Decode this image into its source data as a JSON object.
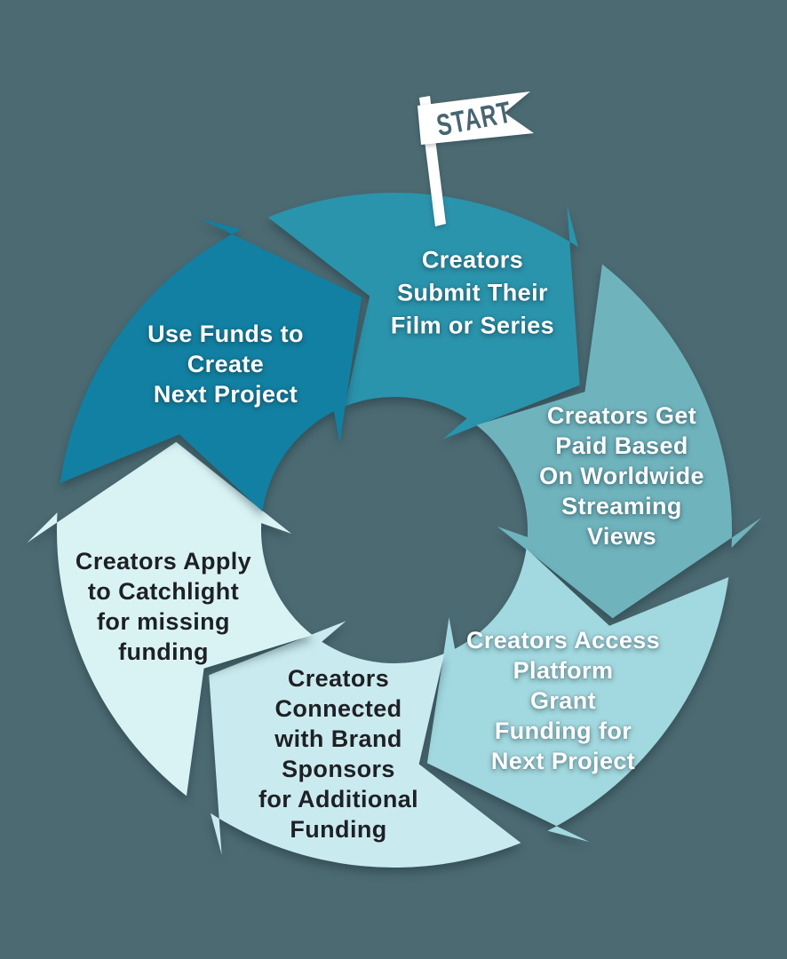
{
  "flag": {
    "label": "START",
    "color": "#ffffff",
    "text_color": "#476570"
  },
  "diagram": {
    "background_color": "#4c6a72",
    "steps": [
      {
        "id": "submit-film",
        "lines": [
          "Creators",
          "Submit Their",
          "Film or Series"
        ],
        "color": "#2a94ac",
        "text_color": "#ffffff"
      },
      {
        "id": "get-paid-streaming",
        "lines": [
          "Creators Get",
          "Paid Based",
          "On Worldwide",
          "Streaming",
          "Views"
        ],
        "color": "#6fb3bd",
        "text_color": "#ffffff"
      },
      {
        "id": "access-grant-funding",
        "lines": [
          "Creators Access",
          "Platform",
          "Grant",
          "Funding for",
          "Next Project"
        ],
        "color": "#a2d8df",
        "text_color": "#ffffff"
      },
      {
        "id": "brand-sponsors",
        "lines": [
          "Creators",
          "Connected",
          "with Brand",
          "Sponsors",
          "for Additional",
          "Funding"
        ],
        "color": "#c9eaee",
        "text_color": "#1d2126"
      },
      {
        "id": "apply-catchlight",
        "lines": [
          "Creators Apply",
          "to Catchlight",
          "for missing",
          "funding"
        ],
        "color": "#d9f3f5",
        "text_color": "#1d2126"
      },
      {
        "id": "use-funds-next-project",
        "lines": [
          "Use Funds to",
          "Create",
          "Next Project"
        ],
        "color": "#1280a2",
        "text_color": "#ffffff"
      }
    ]
  }
}
